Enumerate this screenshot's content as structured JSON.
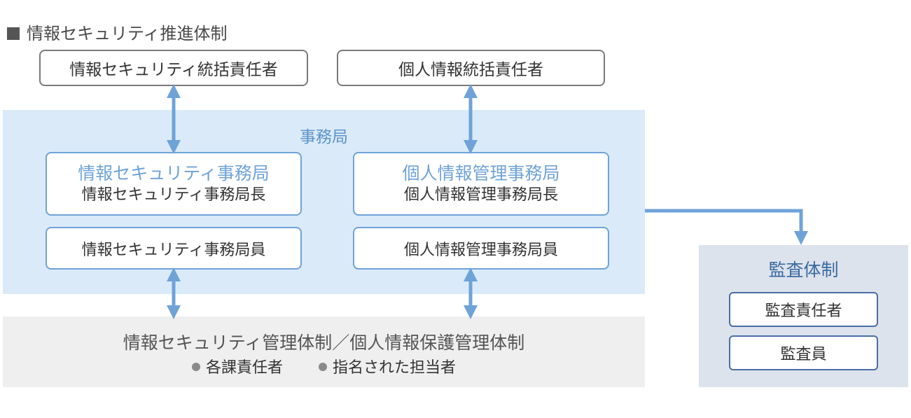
{
  "title": "情報セキュリティ推進体制",
  "top": {
    "security_officer": "情報セキュリティ統括責任者",
    "privacy_officer": "個人情報統括責任者"
  },
  "office": {
    "label": "事務局",
    "security_office": {
      "title": "情報セキュリティ事務局",
      "head": "情報セキュリティ事務局長",
      "member": "情報セキュリティ事務局員"
    },
    "privacy_office": {
      "title": "個人情報管理事務局",
      "head": "個人情報管理事務局長",
      "member": "個人情報管理事務局員"
    }
  },
  "management": {
    "title": "情報セキュリティ管理体制／個人情報保護管理体制",
    "items": [
      "各課責任者",
      "指名された担当者"
    ]
  },
  "audit": {
    "label": "監査体制",
    "items": [
      "監査責任者",
      "監査員"
    ]
  },
  "colors": {
    "arrow": "#6fa3d8",
    "office_bg": "#daeaf8",
    "audit_bg": "#dde3ec",
    "management_bg": "#efefef"
  }
}
